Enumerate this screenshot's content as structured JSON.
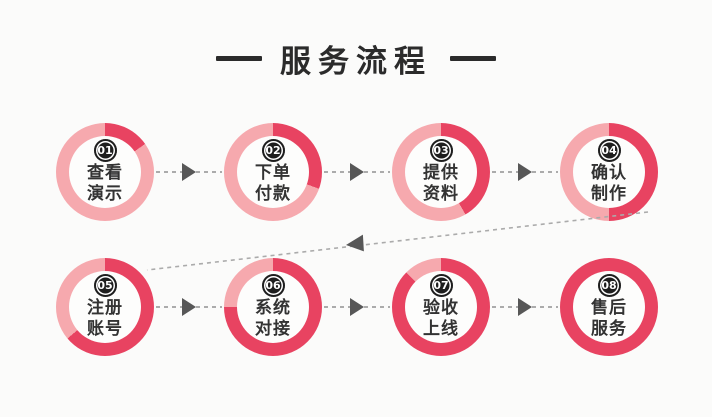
{
  "title": {
    "text": "服务流程"
  },
  "steps": [
    {
      "number": "01",
      "label": "查看演示",
      "line1": "查看",
      "line2": "演示",
      "progress_deg": 55
    },
    {
      "number": "02",
      "label": "下单付款",
      "line1": "下单",
      "line2": "付款",
      "progress_deg": 110
    },
    {
      "number": "03",
      "label": "提供资料",
      "line1": "提供",
      "line2": "资料",
      "progress_deg": 150
    },
    {
      "number": "04",
      "label": "确认制作",
      "line1": "确认",
      "line2": "制作",
      "progress_deg": 180
    },
    {
      "number": "05",
      "label": "注册账号",
      "line1": "注册",
      "line2": "账号",
      "progress_deg": 230
    },
    {
      "number": "06",
      "label": "系统对接",
      "line1": "系统",
      "line2": "对接",
      "progress_deg": 270
    },
    {
      "number": "07",
      "label": "验收上线",
      "line1": "验收",
      "line2": "上线",
      "progress_deg": 315
    },
    {
      "number": "08",
      "label": "售后服务",
      "line1": "售后",
      "line2": "服务",
      "progress_deg": 360
    }
  ],
  "colors": {
    "background": "#fbfbfa",
    "title_text": "#2b2b2b",
    "arc_filled": "#e84361",
    "arc_track": "#f6a9ae",
    "badge_bg": "#1e1e1e",
    "badge_text": "#ffffff",
    "label_text": "#333333",
    "connector_line": "#ababab",
    "connector_arrow": "#575757"
  }
}
